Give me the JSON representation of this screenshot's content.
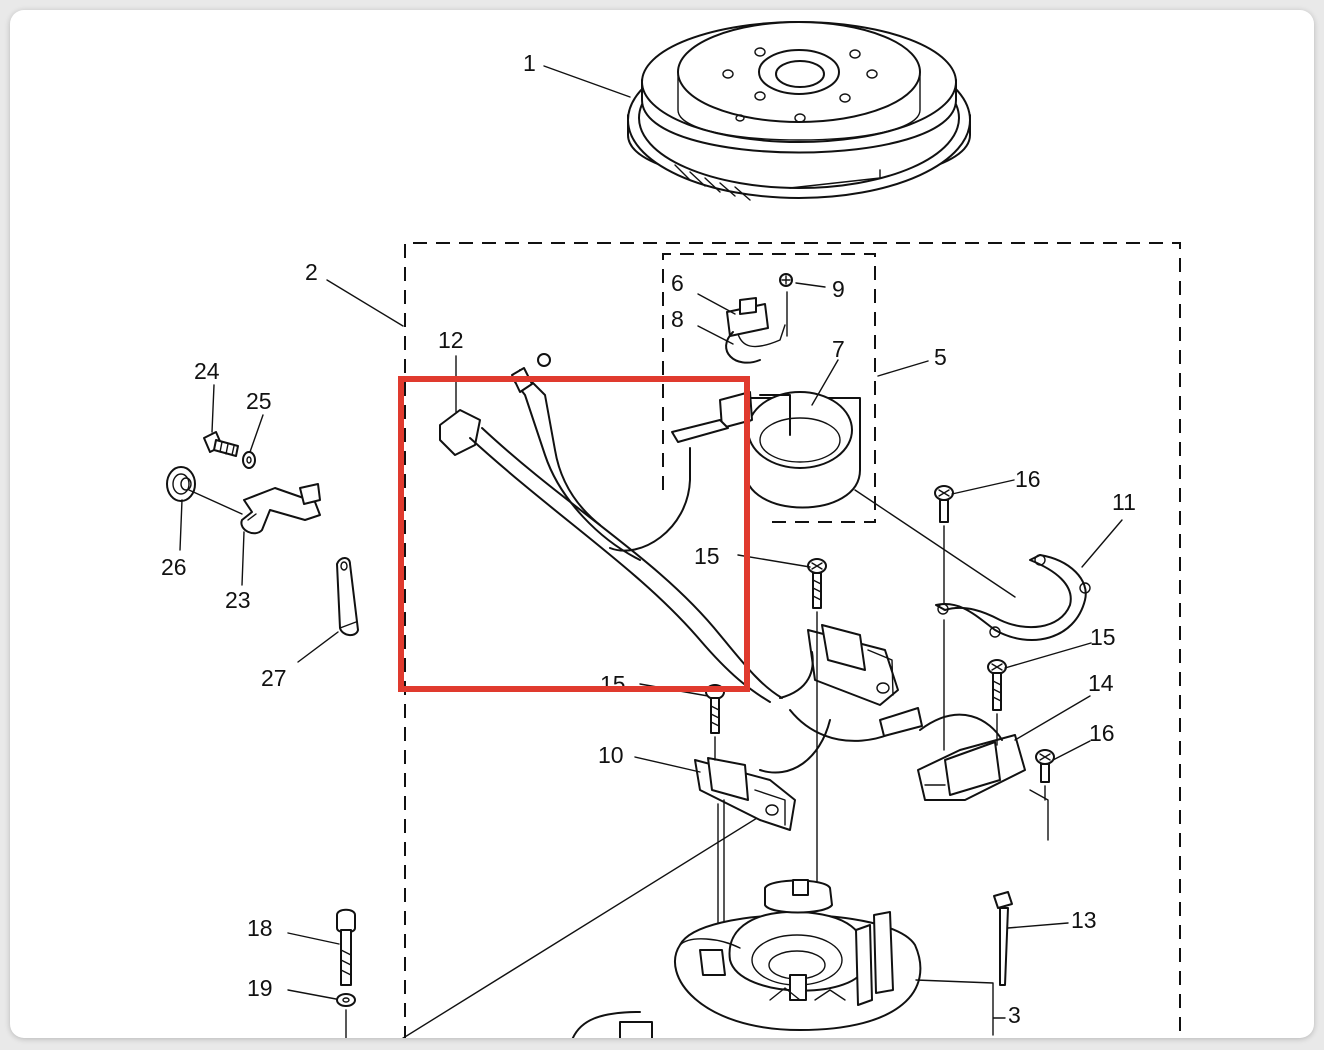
{
  "diagram": {
    "labels": {
      "p1": "1",
      "p2": "2",
      "p3": "3",
      "p5": "5",
      "p6": "6",
      "p7": "7",
      "p8": "8",
      "p9": "9",
      "p10": "10",
      "p11": "11",
      "p12": "12",
      "p13": "13",
      "p14": "14",
      "p15a": "15",
      "p15b": "15",
      "p15c": "15",
      "p16a": "16",
      "p16b": "16",
      "p18": "18",
      "p19": "19",
      "p23": "23",
      "p24": "24",
      "p25": "25",
      "p26": "26",
      "p27": "27"
    },
    "highlight_color": "#e03a2e"
  }
}
